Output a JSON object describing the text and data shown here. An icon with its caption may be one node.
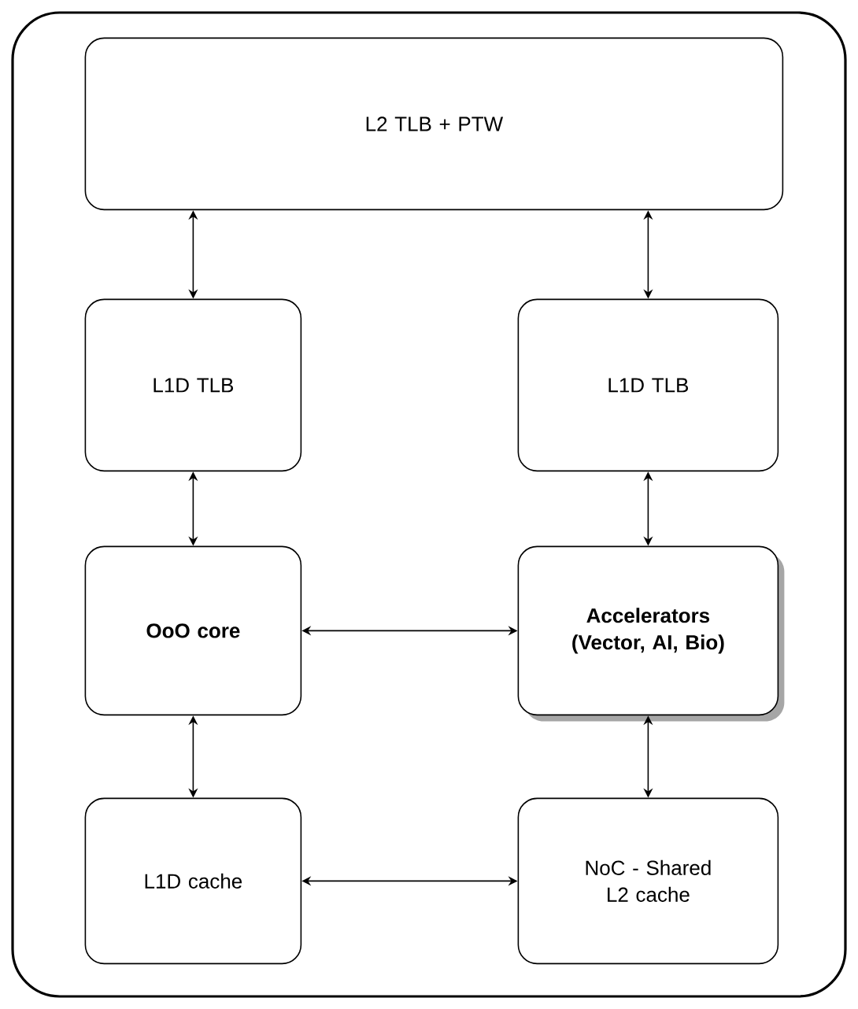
{
  "diagram": {
    "nodes": [
      {
        "text": [],
        "shape": "box"
      },
      {
        "text": [
          "L2 TLB + PTW"
        ],
        "in": 0
      },
      {
        "text": [
          "L1D TLB"
        ],
        "in": 0
      },
      {
        "text": [
          "L1D TLB"
        ],
        "in": 0
      },
      {
        "text": [
          "OoO core"
        ],
        "in": 0
      },
      {
        "text": [
          "Accelerators (Vector, AI, Bio)"
        ],
        "in": 0
      },
      {
        "text": [
          "L1D cache"
        ],
        "in": 0
      },
      {
        "text": [
          "NoC - Shared L2 cache"
        ],
        "in": 0
      }
    ],
    "edges": [
      {
        "from": 1,
        "to": 2,
        "arrow": "both"
      },
      {
        "from": 1,
        "to": 3,
        "arrow": "both"
      },
      {
        "from": 2,
        "to": 4,
        "arrow": "both"
      },
      {
        "from": 3,
        "to": 5,
        "arrow": "both"
      },
      {
        "from": 4,
        "to": 5,
        "arrow": "both"
      },
      {
        "from": 4,
        "to": 6,
        "arrow": "both"
      },
      {
        "from": 5,
        "to": 7,
        "arrow": "both"
      },
      {
        "from": 6,
        "to": 7,
        "arrow": "both"
      }
    ]
  }
}
